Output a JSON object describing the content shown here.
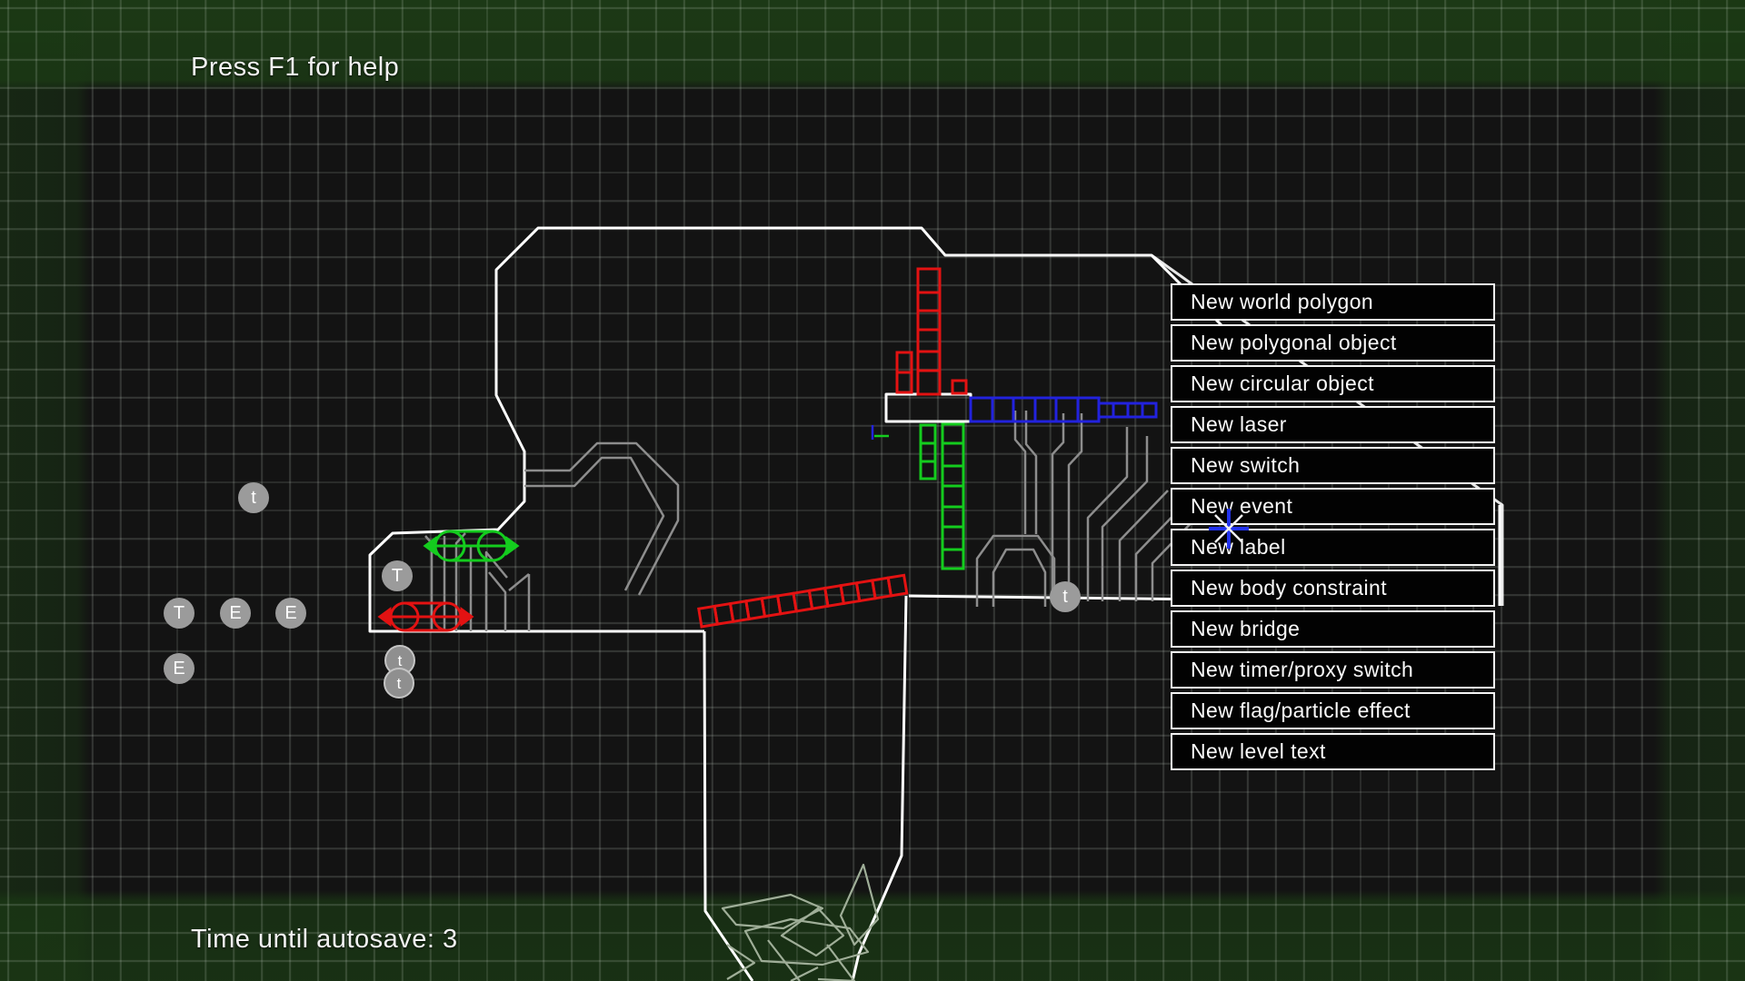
{
  "hud": {
    "help_text": "Press F1 for help",
    "autosave_text": "Time until autosave: 3"
  },
  "context_menu": {
    "items": [
      "New world polygon",
      "New polygonal object",
      "New circular object",
      "New laser",
      "New switch",
      "New event",
      "New label",
      "New body constraint",
      "New bridge",
      "New timer/proxy switch",
      "New flag/particle effect",
      "New level text"
    ]
  },
  "markers": [
    "t",
    "T",
    "T",
    "E",
    "E",
    "E",
    "t",
    "t",
    "t"
  ],
  "palette": {
    "background": "#131313",
    "edge_glow_green": "#1e4016",
    "grid_line": "#3c3c3c",
    "level_outline": "#ffffff",
    "scenery_gray": "#8d8d8d",
    "tree_scribble": "#9fae98",
    "object_red": "#e31212",
    "object_green": "#14cc1e",
    "object_blue": "#2222dd",
    "marker_gray": "#9b9b9b",
    "menu_bg": "#020202",
    "menu_border": "#f5f5f5"
  }
}
